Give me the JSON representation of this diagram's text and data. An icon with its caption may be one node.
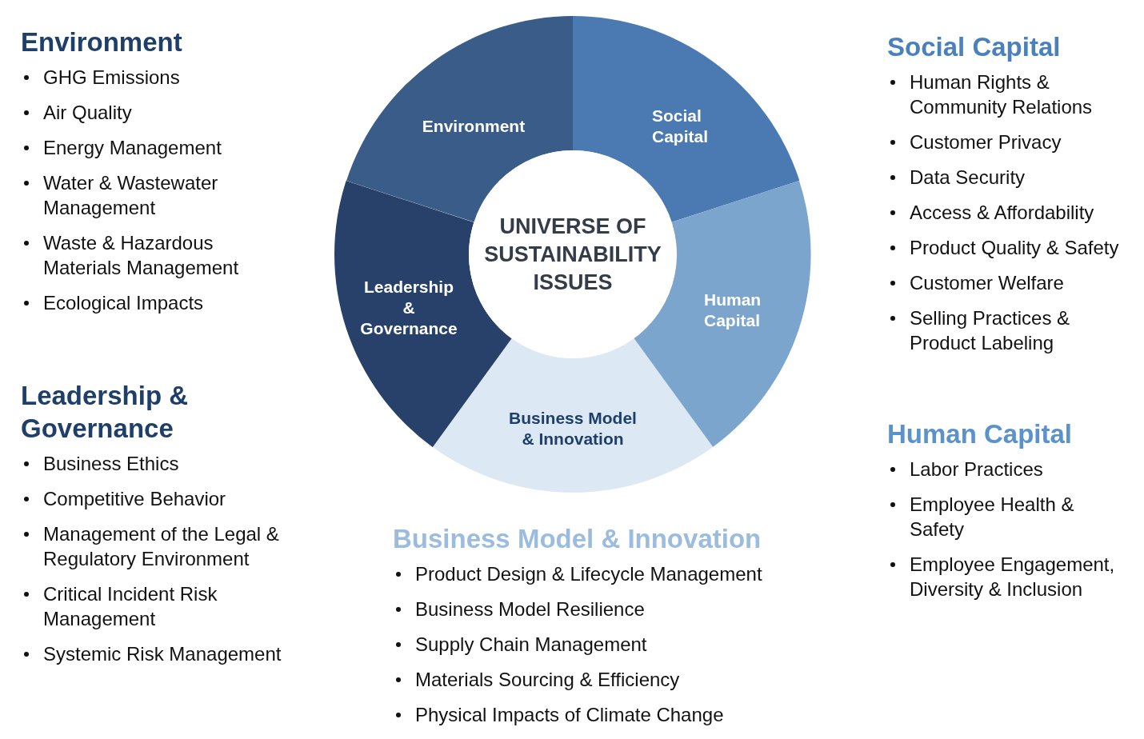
{
  "diagram": {
    "nodes": [
      {
        "text": [
          "UNIVERSE OF SUSTAINABILITY ISSUES"
        ]
      },
      {
        "text": [
          "Environment"
        ]
      },
      {
        "text": [
          "Social Capital"
        ]
      },
      {
        "text": [
          "Human Capital"
        ]
      },
      {
        "text": [
          "Business Model & Innovation"
        ]
      },
      {
        "text": [
          "Leadership & Governance"
        ]
      }
    ],
    "edges": [],
    "labels": [
      "Environment",
      "GHG Emissions",
      "Air Quality",
      "Energy Management",
      "Water & Wastewater Management",
      "Waste & Hazardous Materials Management",
      "Ecological Impacts",
      "Leadership & Governance",
      "Business Ethics",
      "Competitive Behavior",
      "Management of the Legal & Regulatory Environment",
      "Critical Incident Risk Management",
      "Systemic Risk Management",
      "Business Model & Innovation",
      "Product Design & Lifecycle Management",
      "Business Model Resilience",
      "Supply Chain Management",
      "Materials Sourcing & Efficiency",
      "Physical Impacts of Climate Change",
      "Social Capital",
      "Human Rights & Community Relations",
      "Customer Privacy",
      "Data Security",
      "Access & Affordability",
      "Product Quality & Safety",
      "Customer Welfare",
      "Selling Practices & Product Labeling",
      "Human Capital",
      "Labor Practices",
      "Employee Health & Safety",
      "Employee Engagement, Diversity & Inclusion"
    ]
  }
}
